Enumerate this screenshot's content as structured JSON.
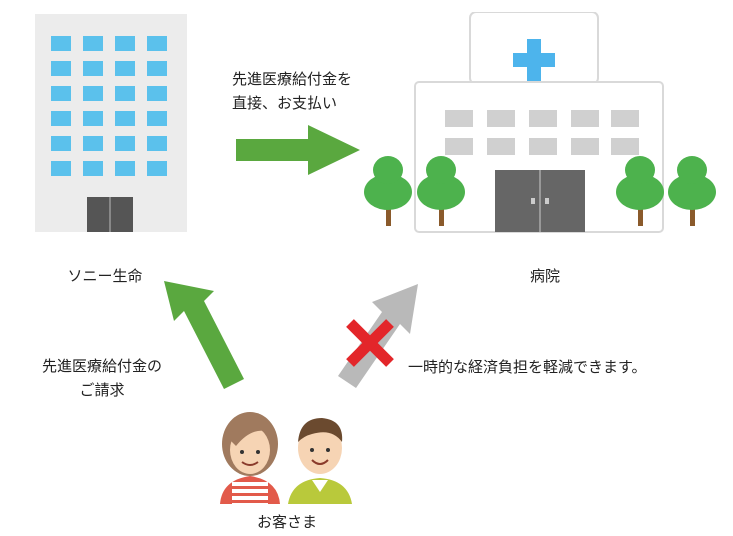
{
  "company": {
    "name": "ソニー生命"
  },
  "hospital": {
    "name": "病院"
  },
  "customer": {
    "name": "お客さま"
  },
  "flows": {
    "direct_payment": {
      "line1": "先進医療給付金を",
      "line2": "直接、お支払い"
    },
    "claim": {
      "line1": "先進医療給付金の",
      "line2": "ご請求"
    },
    "burden": {
      "text": "一時的な経済負担を軽減できます。"
    }
  },
  "colors": {
    "green_arrow": "#5aa83f",
    "gray_arrow": "#b9b9b9",
    "cross": "#e3262a",
    "window_blue": "#5bc1ec",
    "hospital_cross": "#4db4ec",
    "tree_green": "#4db24d"
  },
  "icons": {
    "company_building": "office-building-icon",
    "hospital_building": "hospital-building-icon",
    "customers": "couple-icon",
    "cross_mark": "x-mark-icon"
  }
}
